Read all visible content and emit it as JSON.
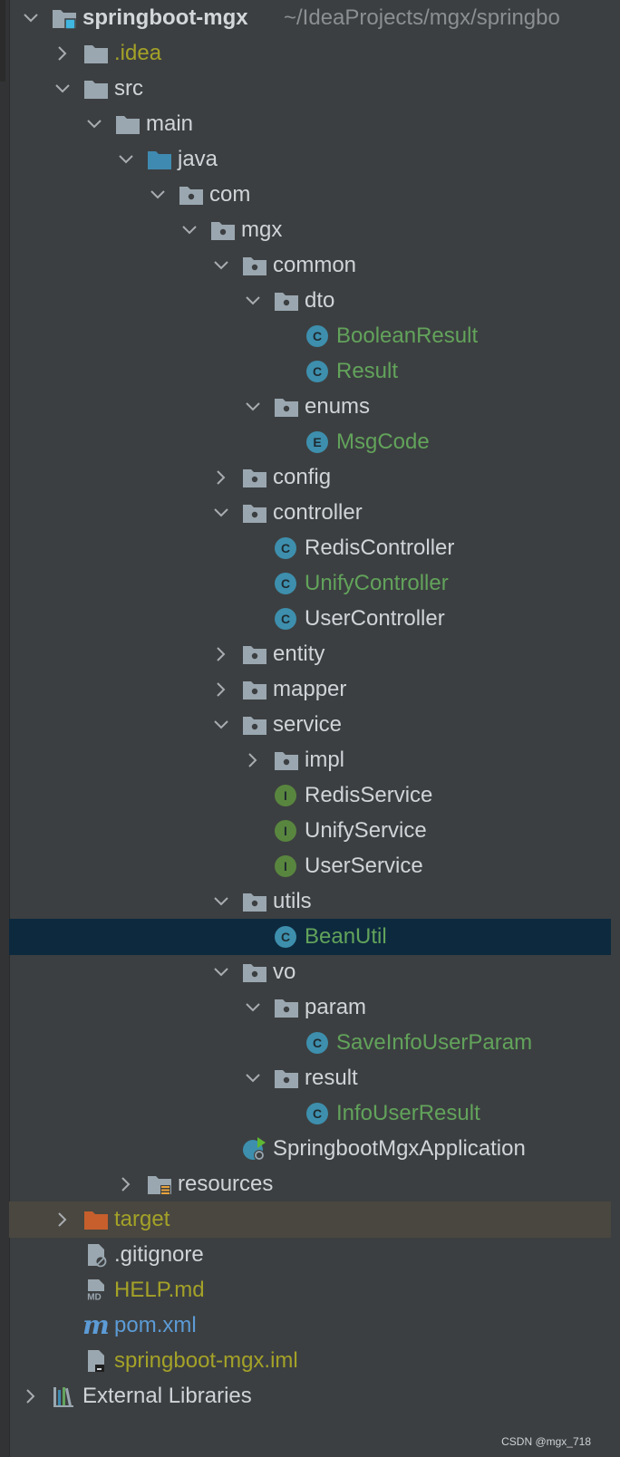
{
  "project": {
    "name": "springboot-mgx",
    "path": "~/IdeaProjects/mgx/springbo"
  },
  "tree": [
    {
      "label": "springboot-mgx",
      "expanded": true,
      "icon": "module-folder-icon",
      "depth": 0
    },
    {
      "label": ".idea",
      "expanded": false,
      "icon": "folder-icon",
      "depth": 1
    },
    {
      "label": "src",
      "expanded": true,
      "icon": "folder-icon",
      "depth": 1
    },
    {
      "label": "main",
      "expanded": true,
      "icon": "folder-icon",
      "depth": 2
    },
    {
      "label": "java",
      "expanded": true,
      "icon": "source-root-folder-icon",
      "depth": 3
    },
    {
      "label": "com",
      "expanded": true,
      "icon": "package-icon",
      "depth": 4
    },
    {
      "label": "mgx",
      "expanded": true,
      "icon": "package-icon",
      "depth": 5
    },
    {
      "label": "common",
      "expanded": true,
      "icon": "package-icon",
      "depth": 6
    },
    {
      "label": "dto",
      "expanded": true,
      "icon": "package-icon",
      "depth": 7
    },
    {
      "label": "BooleanResult",
      "icon": "class-icon",
      "depth": 8
    },
    {
      "label": "Result",
      "icon": "class-icon",
      "depth": 8
    },
    {
      "label": "enums",
      "expanded": true,
      "icon": "package-icon",
      "depth": 7
    },
    {
      "label": "MsgCode",
      "icon": "enum-icon",
      "depth": 8
    },
    {
      "label": "config",
      "expanded": false,
      "icon": "package-icon",
      "depth": 6
    },
    {
      "label": "controller",
      "expanded": true,
      "icon": "package-icon",
      "depth": 6
    },
    {
      "label": "RedisController",
      "icon": "class-icon",
      "depth": 7
    },
    {
      "label": "UnifyController",
      "icon": "class-icon",
      "depth": 7
    },
    {
      "label": "UserController",
      "icon": "class-icon",
      "depth": 7
    },
    {
      "label": "entity",
      "expanded": false,
      "icon": "package-icon",
      "depth": 6
    },
    {
      "label": "mapper",
      "expanded": false,
      "icon": "package-icon",
      "depth": 6
    },
    {
      "label": "service",
      "expanded": true,
      "icon": "package-icon",
      "depth": 6
    },
    {
      "label": "impl",
      "expanded": false,
      "icon": "package-icon",
      "depth": 7
    },
    {
      "label": "RedisService",
      "icon": "interface-icon",
      "depth": 7
    },
    {
      "label": "UnifyService",
      "icon": "interface-icon",
      "depth": 7
    },
    {
      "label": "UserService",
      "icon": "interface-icon",
      "depth": 7
    },
    {
      "label": "utils",
      "expanded": true,
      "icon": "package-icon",
      "depth": 6
    },
    {
      "label": "BeanUtil",
      "icon": "class-icon",
      "depth": 7,
      "selected": true
    },
    {
      "label": "vo",
      "expanded": true,
      "icon": "package-icon",
      "depth": 6
    },
    {
      "label": "param",
      "expanded": true,
      "icon": "package-icon",
      "depth": 7
    },
    {
      "label": "SaveInfoUserParam",
      "icon": "class-icon",
      "depth": 8
    },
    {
      "label": "result",
      "expanded": true,
      "icon": "package-icon",
      "depth": 7
    },
    {
      "label": "InfoUserResult",
      "icon": "class-icon",
      "depth": 8
    },
    {
      "label": "SpringbootMgxApplication",
      "icon": "spring-boot-class-icon",
      "depth": 6
    },
    {
      "label": "resources",
      "expanded": false,
      "icon": "resources-folder-icon",
      "depth": 3
    },
    {
      "label": "target",
      "expanded": false,
      "icon": "excluded-folder-icon",
      "depth": 1
    },
    {
      "label": ".gitignore",
      "icon": "ignore-file-icon",
      "depth": 1
    },
    {
      "label": "HELP.md",
      "icon": "markdown-file-icon",
      "depth": 1
    },
    {
      "label": "pom.xml",
      "icon": "maven-icon",
      "depth": 1
    },
    {
      "label": "springboot-mgx.iml",
      "icon": "iml-file-icon",
      "depth": 1
    },
    {
      "label": "External Libraries",
      "expanded": false,
      "icon": "library-icon",
      "depth": 0
    }
  ],
  "colors": {
    "background": "#3c3f41",
    "text_default": "#d0d4d8",
    "text_modified_green": "#62a35b",
    "text_unversioned_olive": "#a4a228",
    "text_maven_blue": "#5c9bd6",
    "selected_row": "#0d293e",
    "excluded_row": "#49473f",
    "class_icon": "#3d8fad",
    "interface_icon": "#59863f",
    "folder_gray": "#9aa7b0",
    "source_root_blue": "#3f8ab0",
    "excluded_orange": "#c65f2c"
  },
  "watermark": "CSDN @mgx_718"
}
